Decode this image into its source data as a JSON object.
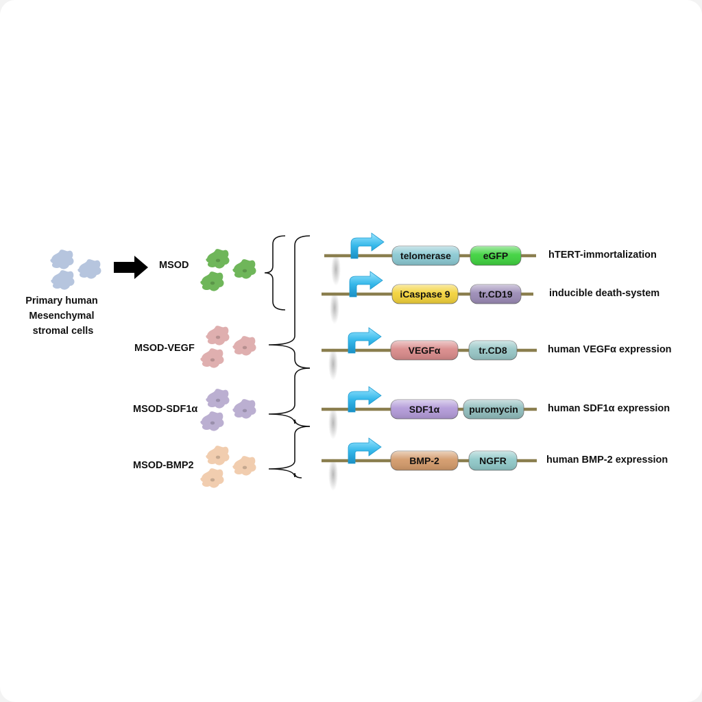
{
  "source": {
    "label_lines": [
      "Primary human",
      "Mesenchymal",
      "stromal cells"
    ],
    "cell_color": "#a9bbd8"
  },
  "lines": [
    {
      "name": "MSOD",
      "cell_color": "#5fae48"
    },
    {
      "name": "MSOD-VEGF",
      "cell_color": "#dba6a6"
    },
    {
      "name": "MSOD-SDF1α",
      "cell_color": "#b4a6cc"
    },
    {
      "name": "MSOD-BMP2",
      "cell_color": "#f0c8a6"
    }
  ],
  "constructs": [
    {
      "gene": {
        "label": "telomerase",
        "color": "#8ac8d2"
      },
      "marker": {
        "label": "eGFP",
        "color": "#3ed23e"
      },
      "description": "hTERT-immortalization"
    },
    {
      "gene": {
        "label": "iCaspase 9",
        "color": "#f3d23a"
      },
      "marker": {
        "label": "tr.CD19",
        "color": "#9b8bb6"
      },
      "description": "inducible death-system"
    },
    {
      "gene": {
        "label": "VEGFα",
        "color": "#d98a8a"
      },
      "marker": {
        "label": "tr.CD8",
        "color": "#97c6c6"
      },
      "description": "human VEGFα expression"
    },
    {
      "gene": {
        "label": "SDF1α",
        "color": "#b29ad8"
      },
      "marker": {
        "label": "puromycin",
        "color": "#8fbcbc"
      },
      "description": "human SDF1α expression"
    },
    {
      "gene": {
        "label": "BMP-2",
        "color": "#d39a6a"
      },
      "marker": {
        "label": "NGFR",
        "color": "#8fc8c8"
      },
      "description": "human BMP-2 expression"
    }
  ],
  "colors": {
    "backbone": "#8a7e4e",
    "promoter_arrow": "#36b8ea",
    "bracket": "#111111",
    "text": "#111111"
  }
}
